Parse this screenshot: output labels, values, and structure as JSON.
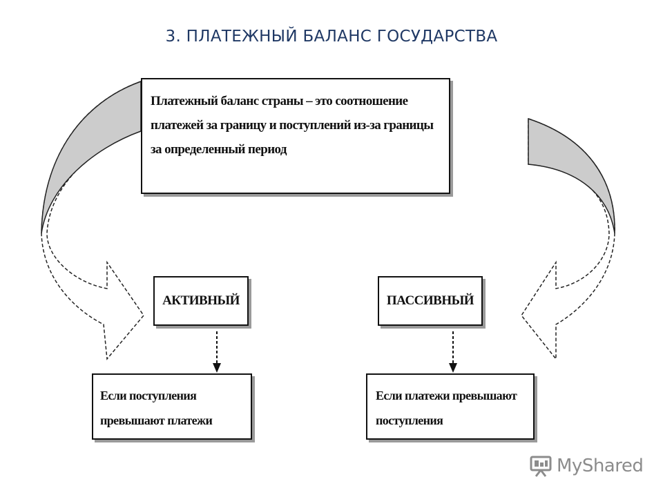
{
  "title": "3. ПЛАТЕЖНЫЙ БАЛАНС ГОСУДАРСТВА",
  "definition_box": {
    "text": "Платежный баланс страны – это соотношение платежей за границу и поступлений из-за границы за определенный период"
  },
  "active_box": {
    "label": "АКТИВНЫЙ"
  },
  "passive_box": {
    "label": "ПАССИВНЫЙ"
  },
  "active_desc": {
    "text": "Если поступления превышают платежи"
  },
  "passive_desc": {
    "text": "Если платежи превышают поступления"
  },
  "watermark": {
    "text": "MyShared",
    "icon": "presentation-board-icon"
  },
  "colors": {
    "title": "#1f3864",
    "arrow_fill": "#cccccc",
    "border": "#111111",
    "shadow": "#9a9a9a"
  }
}
